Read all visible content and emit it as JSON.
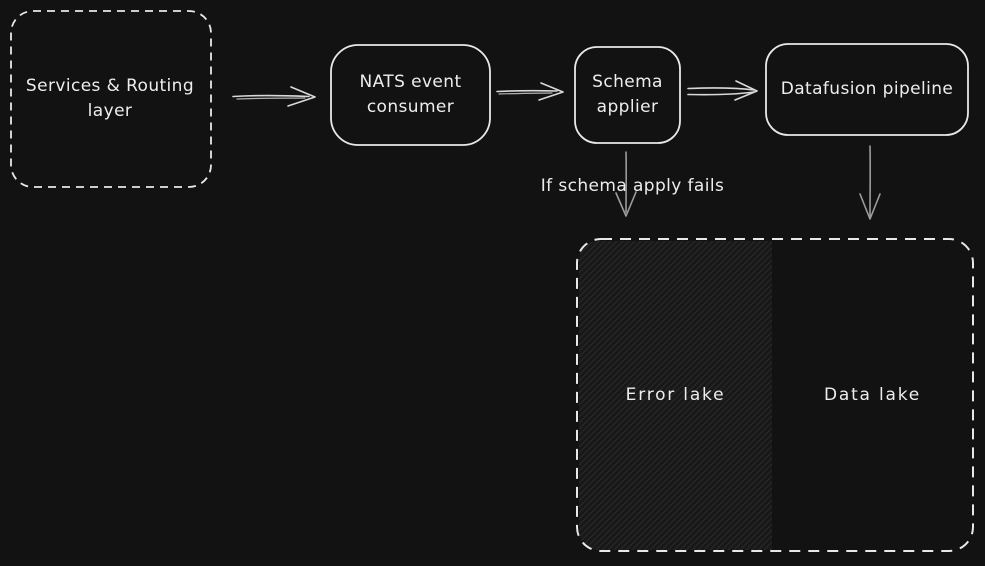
{
  "colors": {
    "background": "#121212",
    "stroke": "#e8e8e8",
    "text": "#ededed",
    "arrow": "#d9d9d9",
    "arrow_muted": "#9c9c9c"
  },
  "nodes": {
    "services": {
      "label": "Services & Routing layer"
    },
    "nats": {
      "label": "NATS event consumer"
    },
    "schema": {
      "label": "Schema applier"
    },
    "datafusion": {
      "label": "Datafusion pipeline"
    },
    "error_lake": {
      "label": "Error lake"
    },
    "data_lake": {
      "label": "Data lake"
    }
  },
  "annotations": {
    "schema_fail": {
      "label": "If schema apply fails"
    }
  }
}
